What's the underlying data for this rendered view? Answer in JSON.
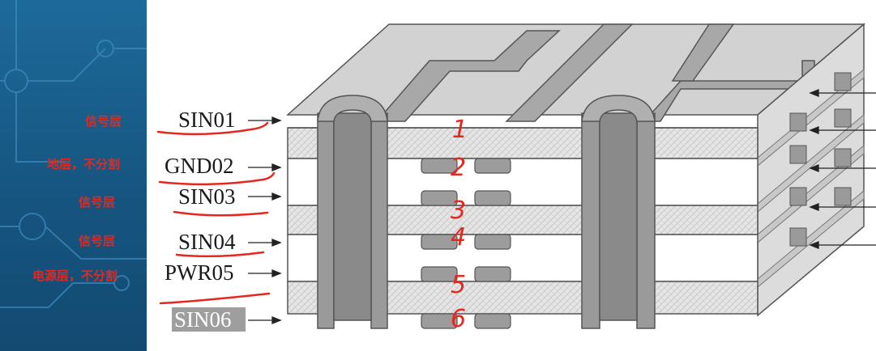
{
  "annotations": [
    {
      "text": "信号层"
    },
    {
      "text": "地层，不分割"
    },
    {
      "text": "信号层"
    },
    {
      "text": "信号层"
    },
    {
      "text": "电源层，不分割"
    }
  ],
  "layers": [
    {
      "label": "SIN01"
    },
    {
      "label": "GND02"
    },
    {
      "label": "SIN03"
    },
    {
      "label": "SIN04"
    },
    {
      "label": "PWR05"
    },
    {
      "label": "SIN06",
      "highlighted": true
    }
  ],
  "layer_numbers": [
    "1",
    "2",
    "3",
    "4",
    "5",
    "6"
  ],
  "colors": {
    "annotation": "#e5281f",
    "board_top": "#d4d4d4",
    "prepreg": "#e4e4e4",
    "trace": "#9a9a9a",
    "background": "#1f5f8c"
  }
}
